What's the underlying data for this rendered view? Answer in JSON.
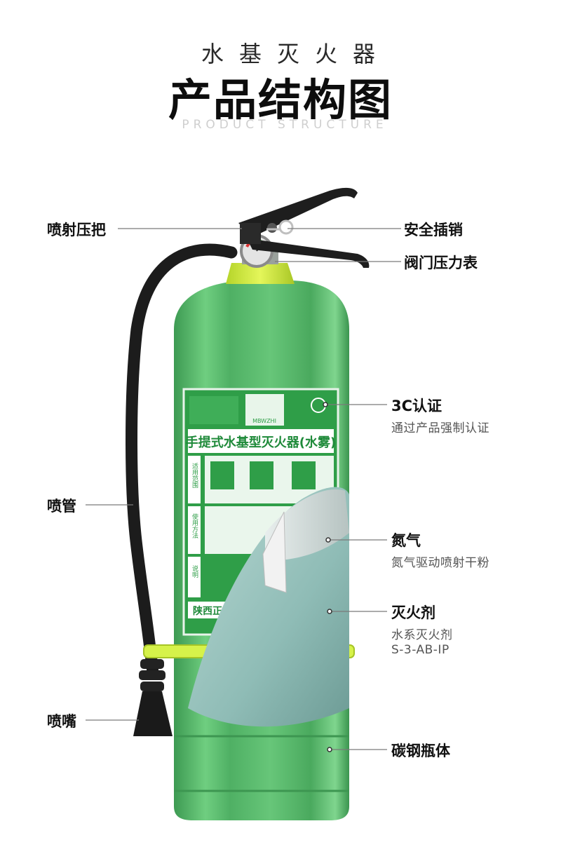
{
  "header": {
    "subtitle": "水基灭火器",
    "title": "产品结构图",
    "english": "PRODUCT STRUCTURE"
  },
  "labels": {
    "lever": "喷射压把",
    "safety_pin": "安全插销",
    "gauge": "阀门压力表",
    "cert": "3C认证",
    "cert_desc": "通过产品强制认证",
    "hose": "喷管",
    "nitrogen": "氮气",
    "nitrogen_desc": "氮气驱动喷射干粉",
    "agent": "灭火剂",
    "agent_desc_1": "水系灭火剂",
    "agent_desc_2": "S-3-AB-IP",
    "nozzle": "喷嘴",
    "body": "碳钢瓶体"
  },
  "plate": {
    "title": "手提式水基型灭火器(水雾)",
    "brand": "MBWZHI",
    "side_1": "适用范围",
    "side_2": "使用方法",
    "side_3": "说明",
    "footer": "陕西正天"
  },
  "colors": {
    "cylinder": "#5fbf6f",
    "cylinder_dark": "#3f9e52",
    "plate": "#2f9e48",
    "neck": "#d7ef3a",
    "handle": "#1e1e1e",
    "cutaway_gray": "#c9d3d1",
    "cutaway_water": "#9ec8c4"
  }
}
